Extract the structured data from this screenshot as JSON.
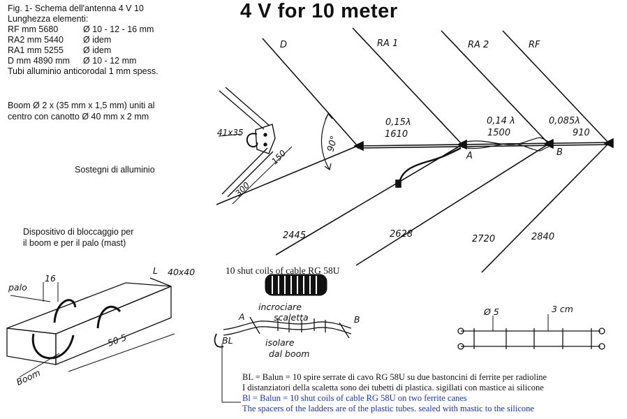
{
  "title": "4 V for 10 meter",
  "specs": {
    "heading": "Fig. 1- Schema dell'antenna 4 V 10",
    "subheading": "Lunghezza elementi:",
    "rows": [
      {
        "element": "RF mm 5680",
        "diameter": "Ø 10 - 12 - 16 mm"
      },
      {
        "element": "RA2 mm 5440",
        "diameter": "Ø idem"
      },
      {
        "element": "RA1 mm 5255",
        "diameter": "Ø idem"
      },
      {
        "element": "D mm 4890 mm",
        "diameter": "Ø 10 - 12 mm"
      }
    ],
    "tubes": "Tubi alluminio anticorodal  1 mm spess."
  },
  "boom_note": [
    "Boom Ø 2 x (35 mm x 1,5 mm) uniti al",
    "centro con canotto  Ø 40 mm x 2 mm"
  ],
  "supports_label": "Sostegni di alluminio",
  "lock_note": [
    "Dispositivo di bloccaggio per",
    "il boom e per il palo (mast)"
  ],
  "coils_label": "10 shut coils of cable RG 58U",
  "antenna": {
    "element_labels": [
      "D",
      "RA 1",
      "RA 2",
      "RF"
    ],
    "spacing": [
      {
        "fraction": "0,15λ",
        "mm": "1610"
      },
      {
        "fraction": "0,14 λ",
        "mm": "1500"
      },
      {
        "fraction": "0,085λ",
        "mm": "910"
      }
    ],
    "lengths": [
      "2445",
      "2628",
      "2720",
      "2840"
    ],
    "angle": "90°",
    "point_labels": [
      "A",
      "B"
    ]
  },
  "support_dims": {
    "plate": "41x35",
    "arm1": "300",
    "arm2": "150"
  },
  "clamp_dims": {
    "palo": "palo",
    "gap": "16",
    "size": "40x40",
    "corner": "L",
    "length": "50 5",
    "boom": "Boom"
  },
  "ladder": {
    "cross": "incrociare",
    "scaletta": "scaletta",
    "isolare": "isolare",
    "dal_boom": "dal boom",
    "a": "A",
    "b": "B",
    "bl": "BL",
    "diameter": "Ø 5",
    "spacing": "3 cm"
  },
  "notes": {
    "it": [
      "BL = Balun = 10 spire serrate di cavo RG 58U su due bastoncini di ferrite per radioline",
      "I distanziatori della scaletta sono dei tubetti di plastica. sigillati con mastice ai silicone"
    ],
    "en": [
      "Bl = Balun = 10 shut coils of cable RG 58U on two ferrite canes",
      "The spacers of the ladders are of the plastic tubes. sealed with mastic to the silicone"
    ]
  }
}
